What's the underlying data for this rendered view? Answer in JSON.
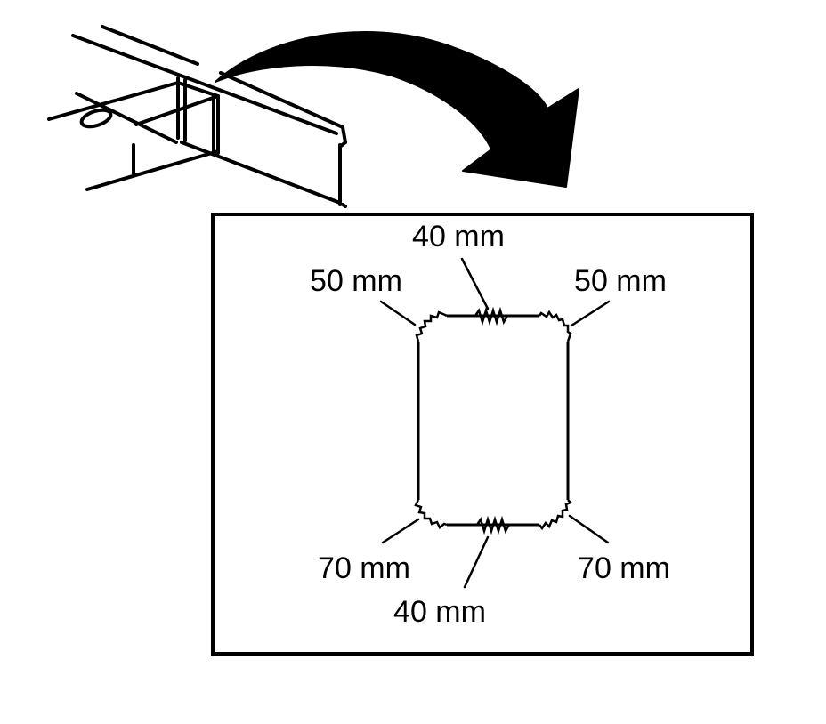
{
  "labels": {
    "top_center": "40 mm",
    "top_left": "50 mm",
    "top_right": "50 mm",
    "bottom_left": "70 mm",
    "bottom_right": "70 mm",
    "bottom_center": "40 mm"
  },
  "colors": {
    "ink": "#000000",
    "paper": "#ffffff"
  }
}
